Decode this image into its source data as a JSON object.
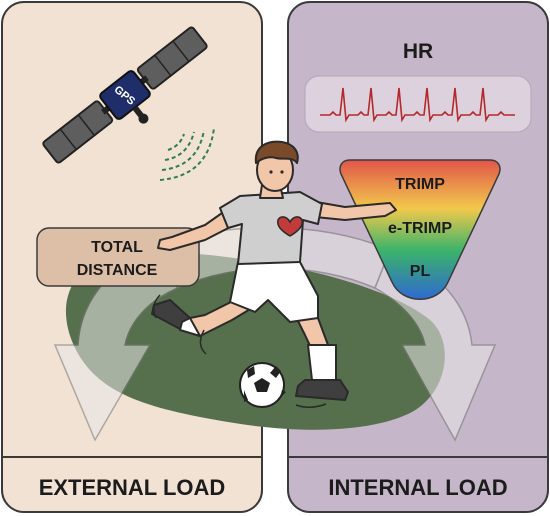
{
  "panels": {
    "left": {
      "label": "EXTERNAL LOAD",
      "bg": "#f1e2d4",
      "border": "#3a3a3a"
    },
    "right": {
      "label": "INTERNAL LOAD",
      "bg": "#c6b6c9",
      "border": "#3a3a3a"
    }
  },
  "external": {
    "satellite_label": "GPS",
    "metric_box": {
      "line1": "TOTAL",
      "line2": "DISTANCE",
      "bg": "#ddbfa8"
    }
  },
  "internal": {
    "hr_title": "HR",
    "hr_trace_color": "#b32a2a",
    "metrics": [
      "TRIMP",
      "e-TRIMP",
      "PL"
    ],
    "gradient_colors": [
      "#e0564a",
      "#f2c94c",
      "#3bb36a",
      "#2f6ad0"
    ]
  },
  "colors": {
    "field": "#566f4c",
    "arrow_fill": "#e8e8e8",
    "accent_heart": "#c23b3b"
  },
  "icons": [
    "satellite-icon",
    "signal-icon",
    "ecg-icon",
    "heart-icon",
    "soccer-ball-icon",
    "player-illustration",
    "cycle-arrows-icon"
  ]
}
